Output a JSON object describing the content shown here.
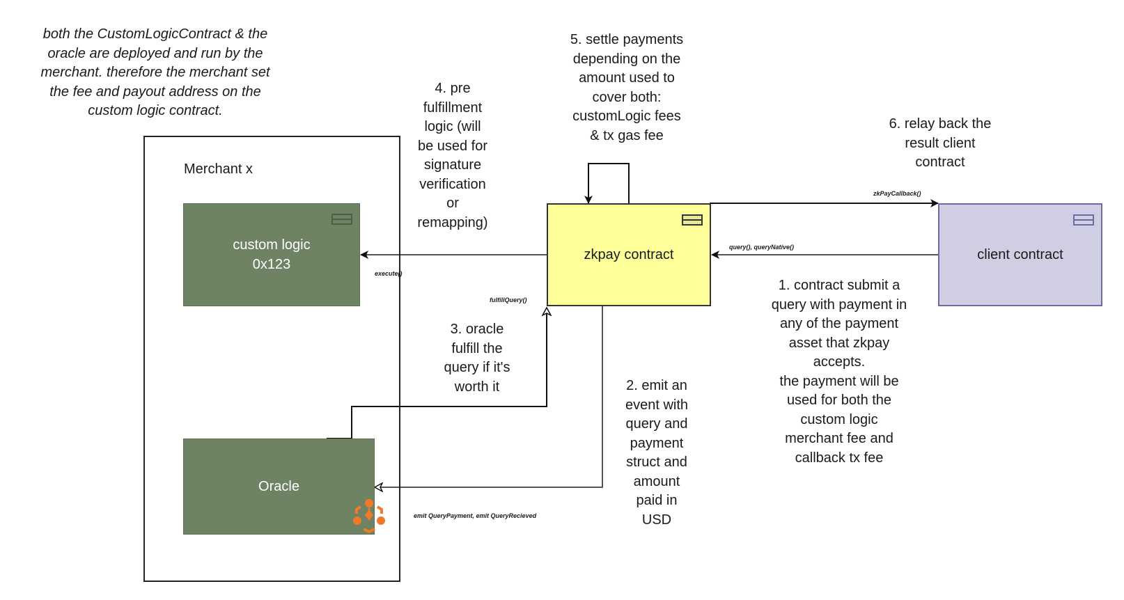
{
  "diagram": {
    "top_note": "both the CustomLogicContract & the\noracle are deployed and run by the\nmerchant. therefore the merchant set\nthe fee and payout address on the\ncustom logic contract.",
    "container": {
      "title": "Merchant x"
    },
    "nodes": {
      "custom_logic": {
        "label": "custom logic\n0x123",
        "fill": "#6d8364"
      },
      "oracle": {
        "label": "Oracle",
        "fill": "#6d8364",
        "badge_icon": "oracle-hexagon-icon",
        "badge_color": "#f07a2a"
      },
      "zkpay": {
        "label": "zkpay contract",
        "fill": "#ffff99"
      },
      "client": {
        "label": "client contract",
        "fill": "#d0cee2"
      }
    },
    "edge_labels": {
      "execute": "execute()",
      "fulfill_query": "fulfillQuery()",
      "zk_pay_callback": "zkPayCallback()",
      "query": "query(), queryNative()",
      "emit": "emit QueryPayment, emit QueryRecieved"
    },
    "steps": {
      "step1": "1. contract submit a\nquery with payment in\nany of the payment\nasset that zkpay\naccepts.\nthe payment will be\nused for both the\ncustom logic\nmerchant fee and\ncallback tx fee",
      "step2": "2. emit an\nevent with\nquery and\npayment\nstruct and\namount\npaid in\nUSD",
      "step3": "3. oracle\nfulfill the\nquery if it's\nworth it",
      "step4": "4. pre\nfulfillment\nlogic (will\nbe used for\nsignature\nverification\nor\nremapping)",
      "step5": "5. settle payments\ndepending on the\namount used to\ncover both:\ncustomLogic fees\n& tx gas fee",
      "step6": "6. relay back the\nresult client\ncontract"
    }
  }
}
